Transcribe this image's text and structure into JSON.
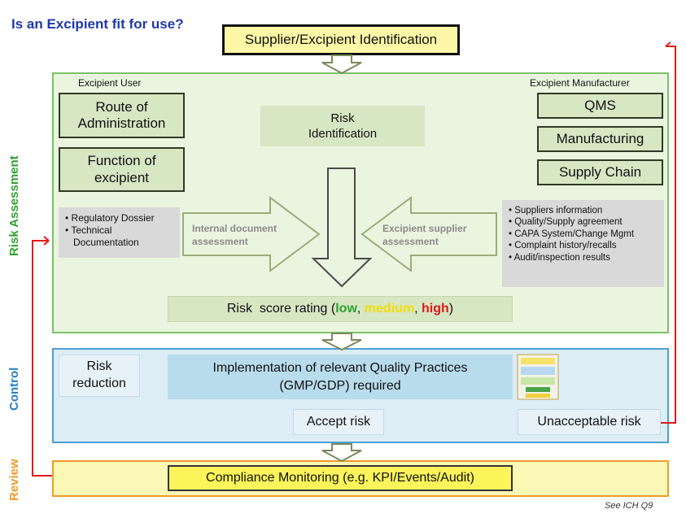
{
  "title": "Is an Excipient fit for use?",
  "identification": "Supplier/Excipient Identification",
  "sections": {
    "risk_assessment": "Risk Assessment",
    "control": "Control",
    "review": "Review"
  },
  "excipient_user": {
    "heading": "Excipient User",
    "route_line1": "Route of",
    "route_line2": "Administration",
    "function_line1": "Function of",
    "function_line2": "excipient",
    "docs": [
      "Regulatory Dossier",
      "Technical",
      "Documentation"
    ]
  },
  "excipient_manufacturer": {
    "heading": "Excipient Manufacturer",
    "items": [
      "QMS",
      "Manufacturing",
      "Supply Chain"
    ],
    "info": [
      "Suppliers information",
      "Quality/Supply agreement",
      "CAPA System/Change Mgmt",
      "Complaint history/recalls",
      "Audit/inspection results"
    ]
  },
  "risk_identification": {
    "line1": "Risk",
    "line2": "Identification"
  },
  "internal_assessment": {
    "line1": "Internal document",
    "line2": "assessment"
  },
  "supplier_assessment": {
    "line1": "Excipient supplier",
    "line2": "assessment"
  },
  "risk_score": {
    "prefix": "Risk  score rating (",
    "low": "low",
    "comma1": ", ",
    "medium": "medium",
    "comma2": ", ",
    "high": "high",
    "suffix": ")"
  },
  "control": {
    "risk_reduction_line1": "Risk",
    "risk_reduction_line2": "reduction",
    "implementation_line1": "Implementation of relevant Quality Practices",
    "implementation_line2": "(GMP/GDP) required",
    "accept": "Accept risk",
    "unacceptable": "Unacceptable risk"
  },
  "review": {
    "monitoring": "Compliance Monitoring (e.g. KPI/Events/Audit)"
  },
  "footer": "See ICH Q9",
  "colors": {
    "title": "#1f39a8",
    "risk_assessment": "#2fa22f",
    "control": "#2a7fc4",
    "review": "#f29a2a",
    "feedback_line": "#e21a1a"
  }
}
